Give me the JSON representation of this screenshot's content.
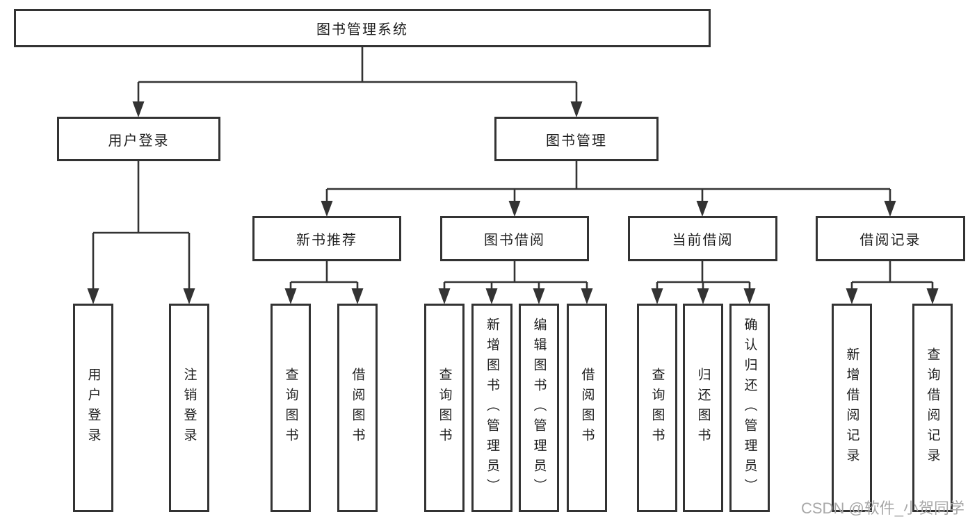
{
  "diagram": {
    "root": {
      "label": "图书管理系统"
    },
    "level2": [
      {
        "label": "用户登录"
      },
      {
        "label": "图书管理"
      }
    ],
    "level3": [
      {
        "label": "新书推荐"
      },
      {
        "label": "图书借阅"
      },
      {
        "label": "当前借阅"
      },
      {
        "label": "借阅记录"
      }
    ],
    "leaves": {
      "login": [
        {
          "label": "用户登录"
        },
        {
          "label": "注销登录"
        }
      ],
      "recommend": [
        {
          "label": "查询图书"
        },
        {
          "label": "借阅图书"
        }
      ],
      "borrow": [
        {
          "label": "查询图书"
        },
        {
          "label": "新增图书（管理员）"
        },
        {
          "label": "编辑图书（管理员）"
        },
        {
          "label": "借阅图书"
        }
      ],
      "current": [
        {
          "label": "查询图书"
        },
        {
          "label": "归还图书"
        },
        {
          "label": "确认归还（管理员）"
        }
      ],
      "records": [
        {
          "label": "新增借阅记录"
        },
        {
          "label": "查询借阅记录"
        }
      ]
    },
    "watermark": "CSDN @软件_小贺同学",
    "colors": {
      "line": "#333333",
      "box_border": "#333333",
      "text": "#1d1d1d",
      "watermark": "#a8a8a8",
      "background": "#ffffff"
    }
  }
}
